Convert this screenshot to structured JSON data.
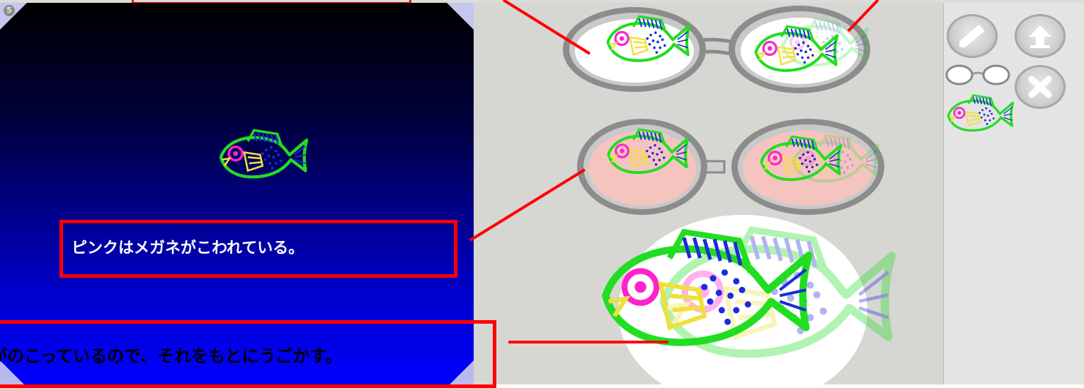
{
  "stage": {
    "page_number": "5",
    "caption": "ピンクはメガネがこわれている。"
  },
  "bottom_overlay": {
    "text": "がのこっているので、それをもとにうごかす。"
  },
  "top_strip": {
    "text": "..."
  },
  "toolbar": {
    "pencil_icon": "pencil-icon",
    "upload_icon": "upload-icon",
    "close_icon": "close-icon"
  },
  "colors": {
    "annotation_red": "#ff0000",
    "stage_gradient_top": "#000000",
    "stage_gradient_bottom": "#0000ff",
    "broken_lens_pink": "#f6c4bf",
    "fish_outline_green": "#22dd22"
  }
}
